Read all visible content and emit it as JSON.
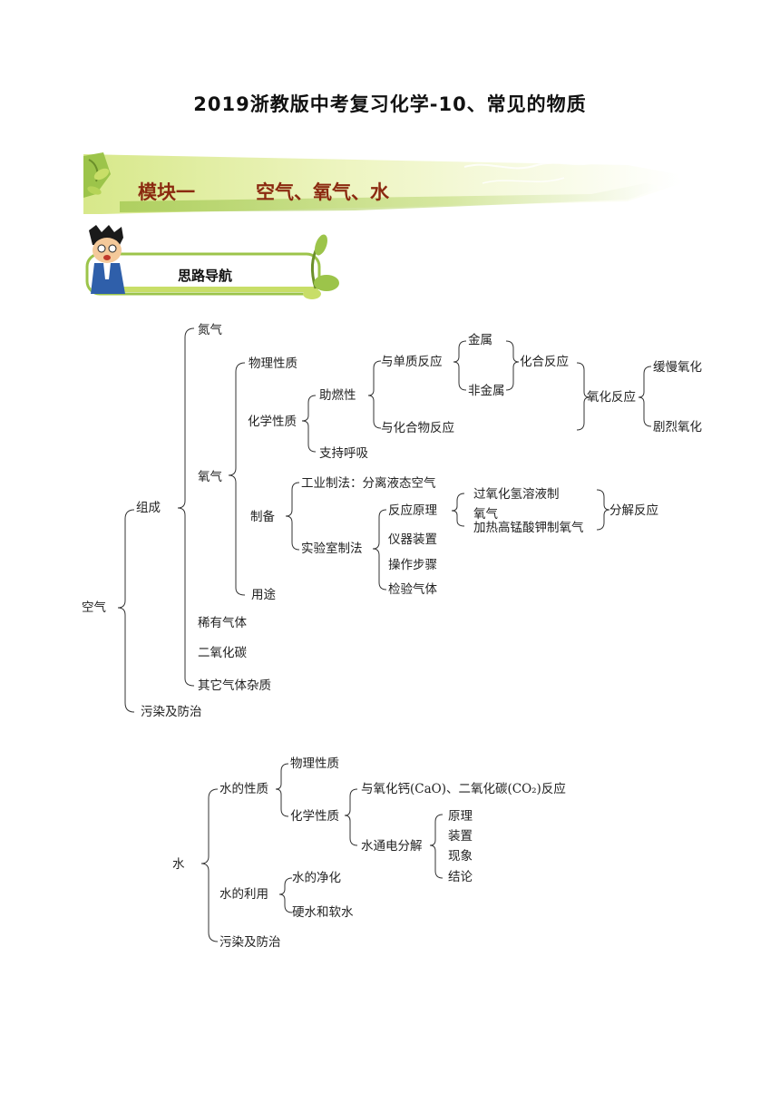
{
  "doc_title": "2019浙教版中考复习化学-10、常见的物质",
  "module": {
    "label": "模块一",
    "topic": "空气、氧气、水"
  },
  "section_heading": "思路导航",
  "air_map": {
    "root": "空气",
    "composition": "组成",
    "nitrogen": "氮气",
    "oxygen": "氧气",
    "physical_props": "物理性质",
    "chemical_props": "化学性质",
    "combustion_support": "助燃性",
    "breathing_support": "支持呼吸",
    "react_elements": "与单质反应",
    "react_compounds": "与化合物反应",
    "metal": "金属",
    "nonmetal": "非金属",
    "combination_reaction": "化合反应",
    "oxidation_reaction": "氧化反应",
    "slow_oxidation": "缓慢氧化",
    "violent_oxidation": "剧烈氧化",
    "preparation": "制备",
    "industrial_method": "工业制法：分离液态空气",
    "lab_method": "实验室制法",
    "reaction_principle": "反应原理",
    "h2o2_line1": "过氧化氢溶液制",
    "h2o2_line2": "氧气",
    "kmno4": "加热高锰酸钾制氧气",
    "decomposition_reaction": "分解反应",
    "apparatus": "仪器装置",
    "procedure": "操作步骤",
    "gas_test": "检验气体",
    "uses": "用途",
    "noble_gases": "稀有气体",
    "carbon_dioxide": "二氧化碳",
    "other_impurities": "其它气体杂质",
    "pollution": "污染及防治"
  },
  "water_map": {
    "root": "水",
    "properties": "水的性质",
    "physical_props": "物理性质",
    "chemical_props": "化学性质",
    "react_cao_co2": "与氧化钙(CaO)、二氧化碳(CO₂)反应",
    "electrolysis": "水通电分解",
    "principle": "原理",
    "apparatus": "装置",
    "phenomenon": "现象",
    "conclusion": "结论",
    "utilization": "水的利用",
    "purification": "水的净化",
    "hard_soft_water": "硬水和软水",
    "pollution": "污染及防治"
  }
}
